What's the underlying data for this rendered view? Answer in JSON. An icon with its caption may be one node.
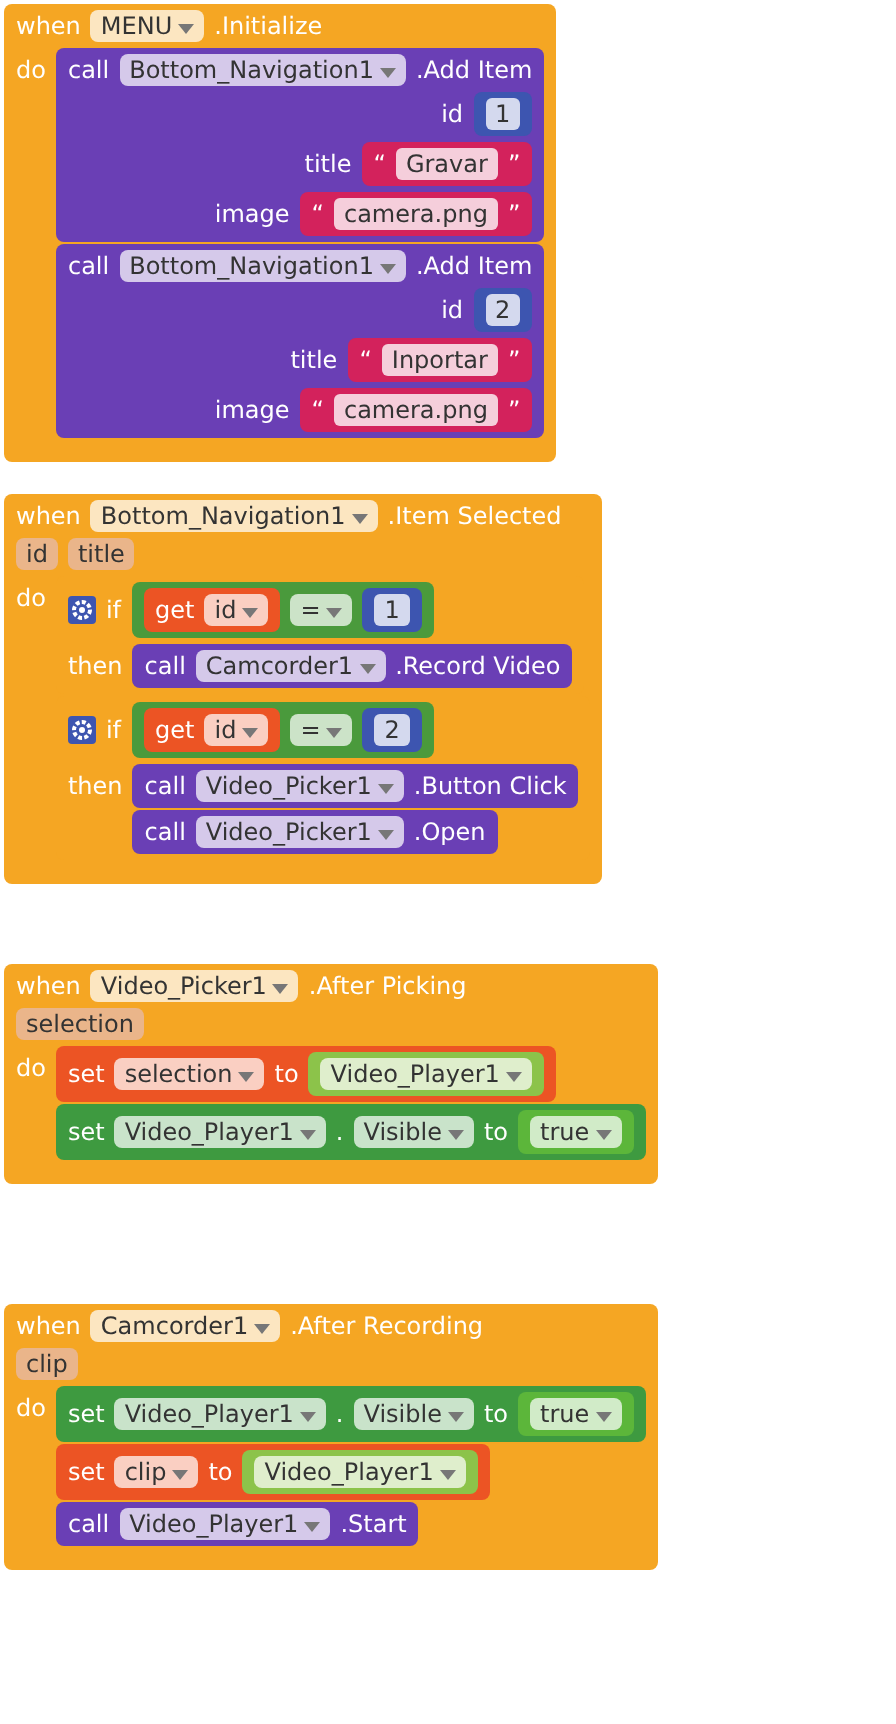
{
  "diagram": {
    "nodes": [
      {
        "text": [
          "when",
          "MENU",
          ".Initialize",
          "do"
        ]
      },
      {
        "text": [
          "call",
          "Bottom_Navigation1",
          ".Add Item",
          "id",
          "title",
          "image"
        ],
        "in": 0
      },
      {
        "text": [
          "1"
        ],
        "in": 1
      },
      {
        "text": [
          "“",
          "Gravar",
          "”"
        ],
        "in": 1
      },
      {
        "text": [
          "“",
          "camera.png",
          "”"
        ],
        "in": 1
      },
      {
        "text": [
          "call",
          "Bottom_Navigation1",
          ".Add Item",
          "id",
          "title",
          "image"
        ],
        "in": 0
      },
      {
        "text": [
          "2"
        ],
        "in": 5
      },
      {
        "text": [
          "“",
          "Inportar",
          "”"
        ],
        "in": 5
      },
      {
        "text": [
          "“",
          "camera.png",
          "”"
        ],
        "in": 5
      },
      {
        "text": [
          "when",
          "Bottom_Navigation1",
          ".Item Selected",
          "id",
          "title",
          "do"
        ]
      },
      {
        "text": [
          "if",
          "then"
        ],
        "in": 9
      },
      {
        "text": [
          "="
        ],
        "in": 10
      },
      {
        "text": [
          "get",
          "id"
        ],
        "in": 11
      },
      {
        "text": [
          "1"
        ],
        "in": 11
      },
      {
        "text": [
          "call",
          "Camcorder1",
          ".Record Video"
        ],
        "in": 10
      },
      {
        "text": [
          "if",
          "then"
        ],
        "in": 9
      },
      {
        "text": [
          "="
        ],
        "in": 15
      },
      {
        "text": [
          "get",
          "id"
        ],
        "in": 16
      },
      {
        "text": [
          "2"
        ],
        "in": 16
      },
      {
        "text": [
          "call",
          "Video_Picker1",
          ".Button Click"
        ],
        "in": 15
      },
      {
        "text": [
          "call",
          "Video_Picker1",
          ".Open"
        ],
        "in": 15
      },
      {
        "text": [
          "when",
          "Video_Picker1",
          ".After Picking",
          "selection",
          "do"
        ]
      },
      {
        "text": [
          "set",
          "selection",
          "to"
        ],
        "in": 21
      },
      {
        "text": [
          "Video_Player1"
        ],
        "in": 22
      },
      {
        "text": [
          "set",
          "Video_Player1",
          ".",
          "Visible",
          "to"
        ],
        "in": 21
      },
      {
        "text": [
          "true"
        ],
        "in": 24
      },
      {
        "text": [
          "when",
          "Camcorder1",
          ".After Recording",
          "clip",
          "do"
        ]
      },
      {
        "text": [
          "set",
          "Video_Player1",
          ".",
          "Visible",
          "to"
        ],
        "in": 26
      },
      {
        "text": [
          "true"
        ],
        "in": 27
      },
      {
        "text": [
          "set",
          "clip",
          "to"
        ],
        "in": 26
      },
      {
        "text": [
          "Video_Player1"
        ],
        "in": 29
      },
      {
        "text": [
          "call",
          "Video_Player1",
          ".Start"
        ],
        "in": 26
      }
    ]
  }
}
